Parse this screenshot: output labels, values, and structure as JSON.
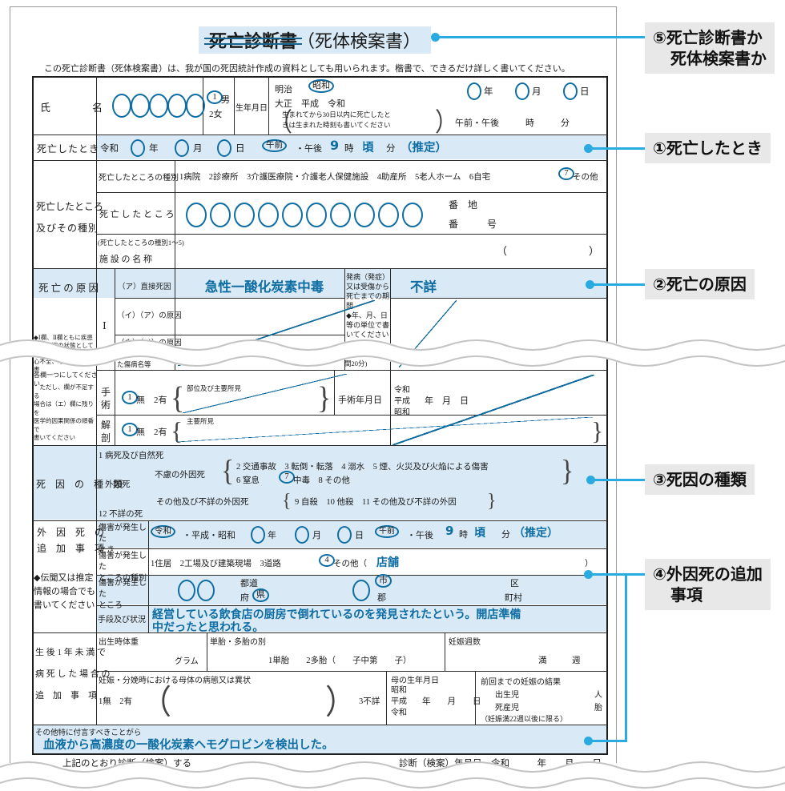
{
  "colors": {
    "accent": "#0e6da3",
    "highlight": "#d9eaf6",
    "callout_line": "#29abe2"
  },
  "glyphs": {
    "brace_open": "{",
    "brace_close": "}",
    "paren_open": "（",
    "paren_close": "）"
  },
  "title": {
    "struck": "死亡診断書",
    "rest": "（死体検案書）"
  },
  "intro": "　この死亡診断書（死体検案書）は、我が国の死因統計作成の資料としても用いられます。楷書で、できるだけ詳しく書いてください。",
  "callouts": {
    "c5a": "⑤死亡診断書か",
    "c5b": "死体検案書か",
    "c1": "①死亡したとき",
    "c2": "②死亡の原因",
    "c3": "③死因の種類",
    "c4a": "④外因死の追加",
    "c4b": "事項"
  },
  "name_row": {
    "label": "氏　　　　名",
    "sex1": "1",
    "sex1_suffix": "男",
    "sex2": "2女",
    "dob_label": "生年月日",
    "era1_plain": "明治",
    "era1_circled": "昭和",
    "era2": "大正　平成　令和",
    "y": "年",
    "m": "月",
    "d": "日",
    "note1": "生まれてから30日以内に死亡したと",
    "note2": "きは生まれた時刻も書いてください",
    "ampm": "午前・午後　　　時　　　分"
  },
  "when_row": {
    "label": "死亡したとき",
    "era": "令和",
    "am": "午前",
    "pm": "・午後",
    "hour": "9",
    "hour_unit": "時",
    "about": "頃",
    "min_unit": "分",
    "estimate": "（推定）"
  },
  "place": {
    "label1": "死亡したところ",
    "label2": "及びその種別",
    "r1_label": "死亡したところの種別",
    "r1_opts_a": "1病院　2診療所　3介護医療院・介護老人保健施設　4助産所　5老人ホーム　6自宅",
    "r1_circled": "7",
    "r1_opts_b": "その他",
    "r2_label": "死 亡 し た と こ ろ",
    "r2_banchi": "番　地",
    "r2_bango": "番　　　号",
    "r3_label1": "(死亡したところの種別1～5)",
    "r3_label2": "施 設 の 名 称"
  },
  "cause": {
    "label": "死 亡 の 原 因",
    "margin_note": "◆Ⅰ欄、Ⅱ欄ともに疾患\nの終末期の状態としての\n心不全、呼吸不全等は書",
    "col_i": "Ⅰ",
    "rowA_label": "（ア）直接死因",
    "rowA_value": "急性一酸化炭素中毒",
    "rowB_label": "（イ）（ア）の原因",
    "rowC_label": "（ウ）（イ）の原因",
    "period_note": "発病（発症）\n又は受傷から\n死亡までの期\n間\n◆年、月、日\n等の単位で書\nいてください",
    "duration_value": "不詳",
    "frag_injury": "た傷病名等",
    "frag_time": "間20分)"
  },
  "margin": {
    "note2": "各欄一つにしてください",
    "note3": "　ただし、欄が不足する\n場合は（エ）欄に残りを\n医学的因果関係の順番で\n書いてください"
  },
  "surgery": {
    "label": "手\n術",
    "opt1": "1",
    "opt1_suffix": "無",
    "opt2": "2有",
    "brace_label": "部位及び主要所見",
    "date_label": "手術年月日",
    "era1": "令和",
    "era2": "平成",
    "era3": "昭和",
    "ymd": "年　月　日"
  },
  "autopsy": {
    "label": "解\n剖",
    "opt1": "1",
    "opt1_suffix": "無",
    "opt2": "2有",
    "brace_label": "主要所見"
  },
  "kind": {
    "label": "死　因　の　種　類",
    "item1": "1 病死及び自然死",
    "gaiin": "外因死",
    "furyo": "不慮の外因死",
    "furyo_line1": "2 交通事故　3 転倒・転落　4 溺水　5 煙、火災及び火焔による傷害",
    "furyo_line2a": "6 窒息",
    "furyo_circled": "7",
    "furyo_line2b": "中毒　8 その他",
    "other_label": "その他及び不詳の外因死",
    "other_items": "9 自殺　10 他殺　11 その他及び不詳の外因",
    "item12": "12 不詳の死"
  },
  "gaiin_add": {
    "label1": "外　因　死　の",
    "label2": "追　加　事　項",
    "margin": "◆伝聞又は推定\n情報の場合でも\n書いてください",
    "r1_label": "傷害が発生した\nとき",
    "r1_era_circled": "令和",
    "r1_eras": "・平成・昭和",
    "am": "午前",
    "pm": "・午後",
    "hour": "9",
    "hour_unit": "時",
    "about": "頃",
    "min_unit": "分",
    "estimate": "（推定）",
    "r2_label": "傷害が発生した\nところの種別",
    "r2_opts": "1住居　2工場及び建築現場　3道路",
    "r2_circled": "4",
    "r2_sonota": "その他（",
    "r2_value": "店舗",
    "r2_close": "）",
    "r3_label": "傷害が発生した\nところ",
    "todo": "都道",
    "fu": "府",
    "ken": "県",
    "shi": "市",
    "gun": "郡",
    "ku": "区",
    "choson": "町村",
    "r4_label": "手段及び状況",
    "r4_line1": "経営している飲食店の厨房で倒れているのを発見されたという。開店準備",
    "r4_line2": "中だったと思われる。"
  },
  "infant": {
    "label1": "生 後 1 年 未 満 で",
    "label2": "病 死 し た 場 合 の",
    "label3": "追　加　事　項",
    "a1_label": "出生時体重",
    "a1_unit": "グラム",
    "a2_label": "単胎・多胎の別",
    "a2_opts": "1単胎　　2多胎（　　子中第　　子）",
    "a3_label": "妊娠週数",
    "a3_value": "満　　　週",
    "b1_label": "妊娠・分娩時における母体の病態又は異状",
    "b1_opts": "1無　2有",
    "b1_unknown": "3不詳",
    "b2_label": "母の生年月日",
    "b2_eras": "昭和\n平成\n令和",
    "b2_ymd": "年　　月　　日",
    "b3_label": "前回までの妊娠の結果",
    "b3_line1": "出生児",
    "b3_unit1": "人",
    "b3_line2": "死産児",
    "b3_unit2": "胎",
    "b3_note": "（妊娠満22週以後に限る）"
  },
  "addendum": {
    "label": "その他特に付言すべきことがら",
    "value": "血液から高濃度の一酸化炭素ヘモグロビンを検出した。"
  },
  "footer": {
    "left": "上記のとおり診断（検案）する",
    "right": "診断（検案）年月日　令和　　　年　　月　　日"
  }
}
